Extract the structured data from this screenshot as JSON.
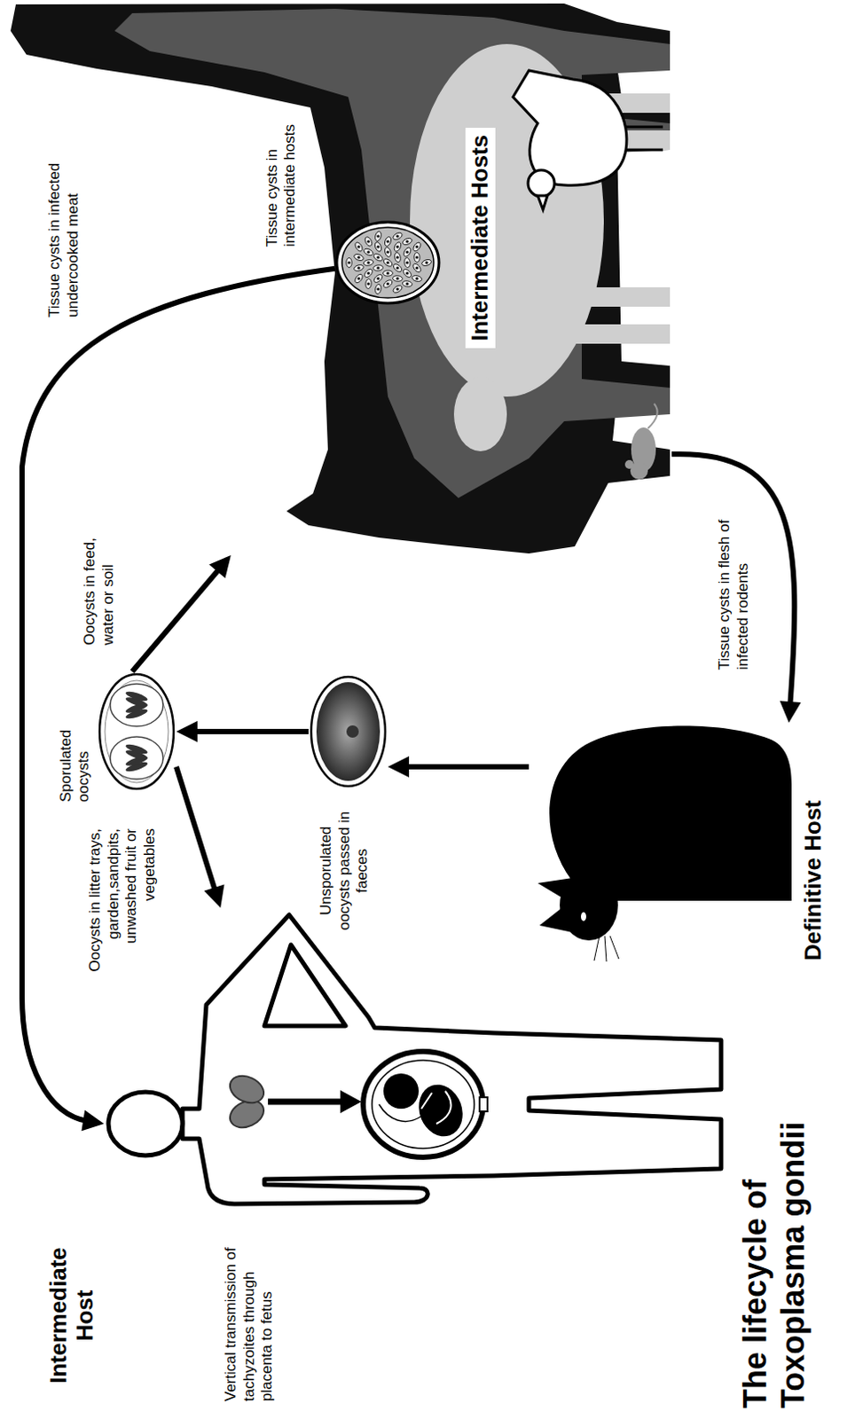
{
  "diagram": {
    "title": "The lifecycle of Toxoplasma gondii",
    "nodes": [
      {
        "text": [
          "Intermediate Host"
        ]
      },
      {
        "text": [
          "Sporulated oocysts"
        ]
      },
      {
        "text": [
          "Unsporulated oocysts passed in faeces"
        ]
      },
      {
        "text": [
          "Definitive Host"
        ]
      },
      {
        "text": [
          "Intermediate Hosts"
        ]
      },
      {
        "text": [
          "Tissue cysts in intermediate hosts"
        ],
        "in": 4
      }
    ],
    "edges": [
      {
        "from": 1,
        "to": 0,
        "arrow": "to",
        "label": "Oocysts in litter trays, garden,sandpits, unwashed fruit or vegetables"
      },
      {
        "from": 1,
        "to": 4,
        "arrow": "to",
        "label": "Oocysts in feed, water or soil"
      },
      {
        "from": 2,
        "to": 1,
        "arrow": "to"
      },
      {
        "from": 3,
        "to": 2,
        "arrow": "to"
      },
      {
        "from": 4,
        "to": 3,
        "arrow": "to",
        "label": "Tissue cysts in flesh of infected rodents"
      },
      {
        "from": 5,
        "to": 0,
        "arrow": "to",
        "label": "Tissue cysts in infected undercooked meat"
      }
    ],
    "labels": [
      "Vertical transmission of tachyzoites through placenta to fetus"
    ]
  }
}
